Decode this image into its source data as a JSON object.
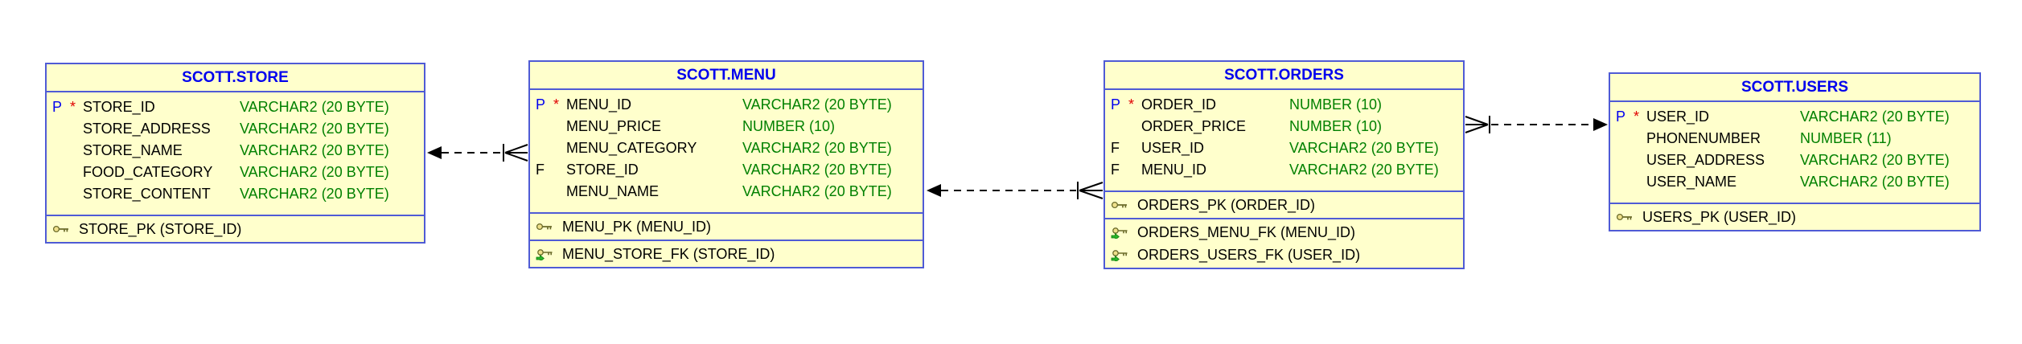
{
  "diagram": {
    "colors": {
      "table_fill": "#FFFFCC",
      "table_border": "#4F5BD5",
      "title_text": "#0000EE",
      "datatype_text": "#008000",
      "pk_marker_text": "#0000EE",
      "required_marker_text": "#E00000",
      "connector": "#000000"
    },
    "tables": [
      {
        "title": "SCOTT.STORE",
        "columns": [
          {
            "marker": "P",
            "required": "*",
            "name": "STORE_ID",
            "type": "VARCHAR2 (20 BYTE)"
          },
          {
            "marker": "",
            "required": "",
            "name": "STORE_ADDRESS",
            "type": "VARCHAR2 (20 BYTE)"
          },
          {
            "marker": "",
            "required": "",
            "name": "STORE_NAME",
            "type": "VARCHAR2 (20 BYTE)"
          },
          {
            "marker": "",
            "required": "",
            "name": "FOOD_CATEGORY",
            "type": "VARCHAR2 (20 BYTE)"
          },
          {
            "marker": "",
            "required": "",
            "name": "STORE_CONTENT",
            "type": "VARCHAR2 (20 BYTE)"
          }
        ],
        "keys": [
          {
            "kind": "primary-key",
            "icon": "key-icon",
            "label": "STORE_PK (STORE_ID)"
          }
        ]
      },
      {
        "title": "SCOTT.MENU",
        "columns": [
          {
            "marker": "P",
            "required": "*",
            "name": "MENU_ID",
            "type": "VARCHAR2 (20 BYTE)"
          },
          {
            "marker": "",
            "required": "",
            "name": "MENU_PRICE",
            "type": "NUMBER (10)"
          },
          {
            "marker": "",
            "required": "",
            "name": "MENU_CATEGORY",
            "type": "VARCHAR2 (20 BYTE)"
          },
          {
            "marker": "F",
            "required": "",
            "name": "STORE_ID",
            "type": "VARCHAR2 (20 BYTE)"
          },
          {
            "marker": "",
            "required": "",
            "name": "MENU_NAME",
            "type": "VARCHAR2 (20 BYTE)"
          }
        ],
        "keys": [
          {
            "kind": "primary-key",
            "icon": "key-icon",
            "label": "MENU_PK (MENU_ID)"
          },
          {
            "kind": "foreign-key",
            "icon": "foreign-key-icon",
            "label": "MENU_STORE_FK (STORE_ID)"
          }
        ]
      },
      {
        "title": "SCOTT.ORDERS",
        "columns": [
          {
            "marker": "P",
            "required": "*",
            "name": "ORDER_ID",
            "type": "NUMBER (10)"
          },
          {
            "marker": "",
            "required": "",
            "name": "ORDER_PRICE",
            "type": "NUMBER (10)"
          },
          {
            "marker": "F",
            "required": "",
            "name": "USER_ID",
            "type": "VARCHAR2 (20 BYTE)"
          },
          {
            "marker": "F",
            "required": "",
            "name": "MENU_ID",
            "type": "VARCHAR2 (20 BYTE)"
          }
        ],
        "keys": [
          {
            "kind": "primary-key",
            "icon": "key-icon",
            "label": "ORDERS_PK (ORDER_ID)"
          },
          {
            "kind": "foreign-key",
            "icon": "foreign-key-icon",
            "label": "ORDERS_MENU_FK (MENU_ID)"
          },
          {
            "kind": "foreign-key",
            "icon": "foreign-key-icon",
            "label": "ORDERS_USERS_FK (USER_ID)"
          }
        ]
      },
      {
        "title": "SCOTT.USERS",
        "columns": [
          {
            "marker": "P",
            "required": "*",
            "name": "USER_ID",
            "type": "VARCHAR2 (20 BYTE)"
          },
          {
            "marker": "",
            "required": "",
            "name": "PHONENUMBER",
            "type": "NUMBER (11)"
          },
          {
            "marker": "",
            "required": "",
            "name": "USER_ADDRESS",
            "type": "VARCHAR2 (20 BYTE)"
          },
          {
            "marker": "",
            "required": "",
            "name": "USER_NAME",
            "type": "VARCHAR2 (20 BYTE)"
          }
        ],
        "keys": [
          {
            "kind": "primary-key",
            "icon": "key-icon",
            "label": "USERS_PK (USER_ID)"
          }
        ]
      }
    ],
    "relationships": [
      {
        "name": "menu-to-store",
        "child": "SCOTT.MENU",
        "parent": "SCOTT.STORE",
        "style": "dashed"
      },
      {
        "name": "orders-to-menu",
        "child": "SCOTT.ORDERS",
        "parent": "SCOTT.MENU",
        "style": "dashed"
      },
      {
        "name": "orders-to-users",
        "child": "SCOTT.ORDERS",
        "parent": "SCOTT.USERS",
        "style": "dashed"
      }
    ]
  }
}
